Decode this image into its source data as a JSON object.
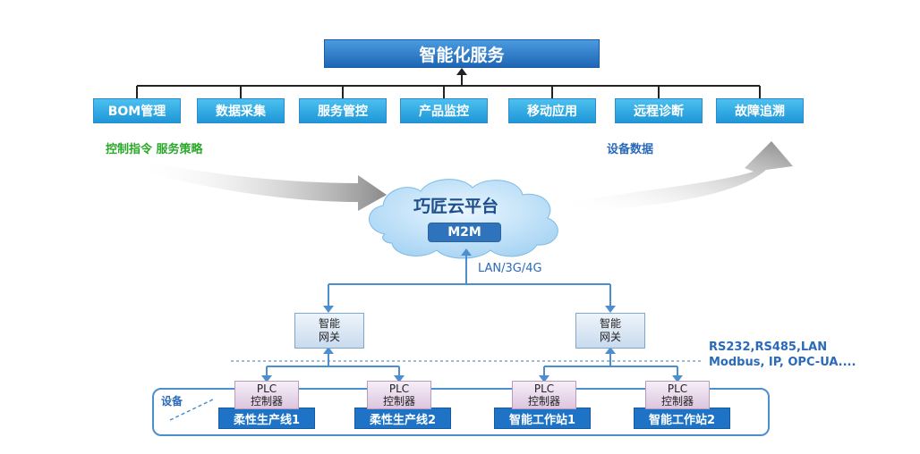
{
  "colors": {
    "primary_blue": "#1e66b5",
    "service_blue": "#1f97d8",
    "annotation_green": "#2aa82a",
    "annotation_blue": "#2a6ab8",
    "connector": "#4c8fd0",
    "frame": "#4c8fd0"
  },
  "top": {
    "title": "智能化服务"
  },
  "services": [
    {
      "label": "BOM管理"
    },
    {
      "label": "数据采集"
    },
    {
      "label": "服务管控"
    },
    {
      "label": "产品监控"
    },
    {
      "label": "移动应用"
    },
    {
      "label": "远程诊断"
    },
    {
      "label": "故障追溯"
    }
  ],
  "annotations": {
    "left": "控制指令  服务策略",
    "right": "设备数据",
    "network": "LAN/3G/4G",
    "protocols_line1": "RS232,RS485,LAN",
    "protocols_line2": "Modbus, IP, OPC-UA....",
    "equipment": "设备"
  },
  "cloud": {
    "title": "巧匠云平台",
    "badge": "M2M"
  },
  "gateways": [
    {
      "line1": "智能",
      "line2": "网关"
    },
    {
      "line1": "智能",
      "line2": "网关"
    }
  ],
  "plc": {
    "line1": "PLC",
    "line2": "控制器"
  },
  "production_units": [
    {
      "label": "柔性生产线1"
    },
    {
      "label": "柔性生产线2"
    },
    {
      "label": "智能工作站1"
    },
    {
      "label": "智能工作站2"
    }
  ]
}
